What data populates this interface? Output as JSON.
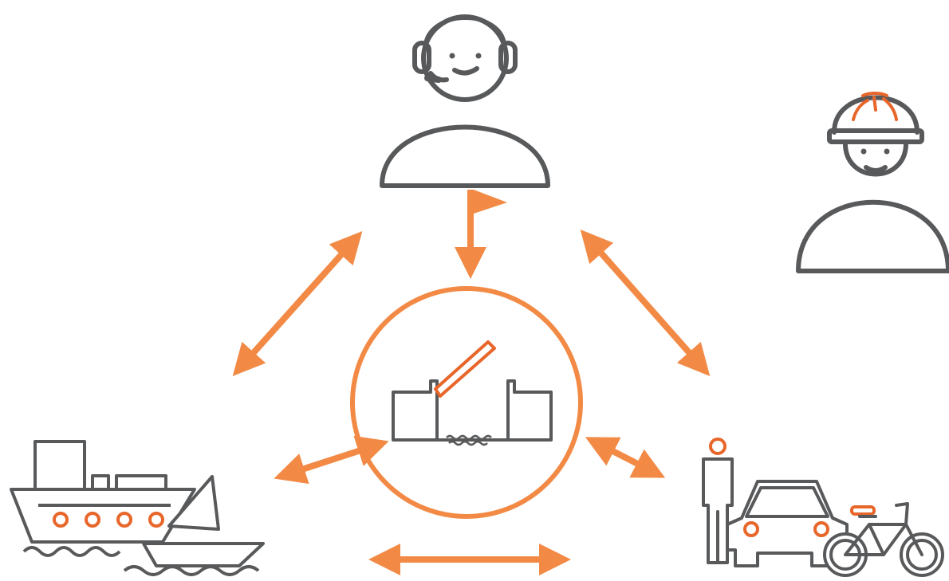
{
  "colors": {
    "accent": "#f28a46",
    "accent_dark": "#e8662a",
    "line": "#58595b",
    "background": "#ffffff"
  },
  "nodes": [
    {
      "id": "operator",
      "icon": "operator-headset-person-icon"
    },
    {
      "id": "engineer",
      "icon": "engineer-hardhat-person-icon"
    },
    {
      "id": "bridge",
      "icon": "bascule-bridge-icon"
    },
    {
      "id": "vessels",
      "icon": "ships-icon"
    },
    {
      "id": "road-users",
      "icon": "pedestrian-car-bicycle-icon"
    }
  ],
  "connections": [
    {
      "from": "operator",
      "to": "bridge",
      "direction": "one-way"
    },
    {
      "from": "operator",
      "to": "vessels",
      "direction": "two-way"
    },
    {
      "from": "operator",
      "to": "road-users",
      "direction": "two-way"
    },
    {
      "from": "bridge",
      "to": "vessels",
      "direction": "two-way"
    },
    {
      "from": "bridge",
      "to": "road-users",
      "direction": "two-way"
    },
    {
      "from": "vessels",
      "to": "road-users",
      "direction": "two-way"
    }
  ]
}
